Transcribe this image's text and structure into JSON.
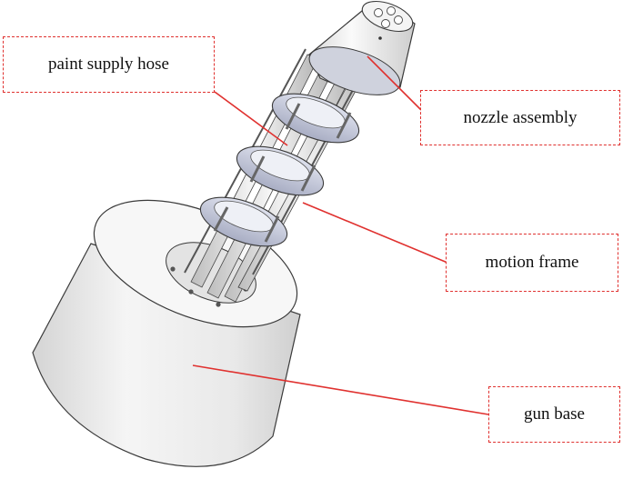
{
  "labels": {
    "paint_supply_hose": "paint supply hose",
    "nozzle_assembly": "nozzle assembly",
    "motion_frame": "motion frame",
    "gun_base": "gun base"
  },
  "colors": {
    "callout_border": "#e0312f",
    "leader_line": "#e0312f",
    "body_light": "#f2f2f2",
    "body_shade": "#c9c9c9",
    "ring_fill": "#c8ccdd",
    "outline": "#3a3a3a"
  }
}
